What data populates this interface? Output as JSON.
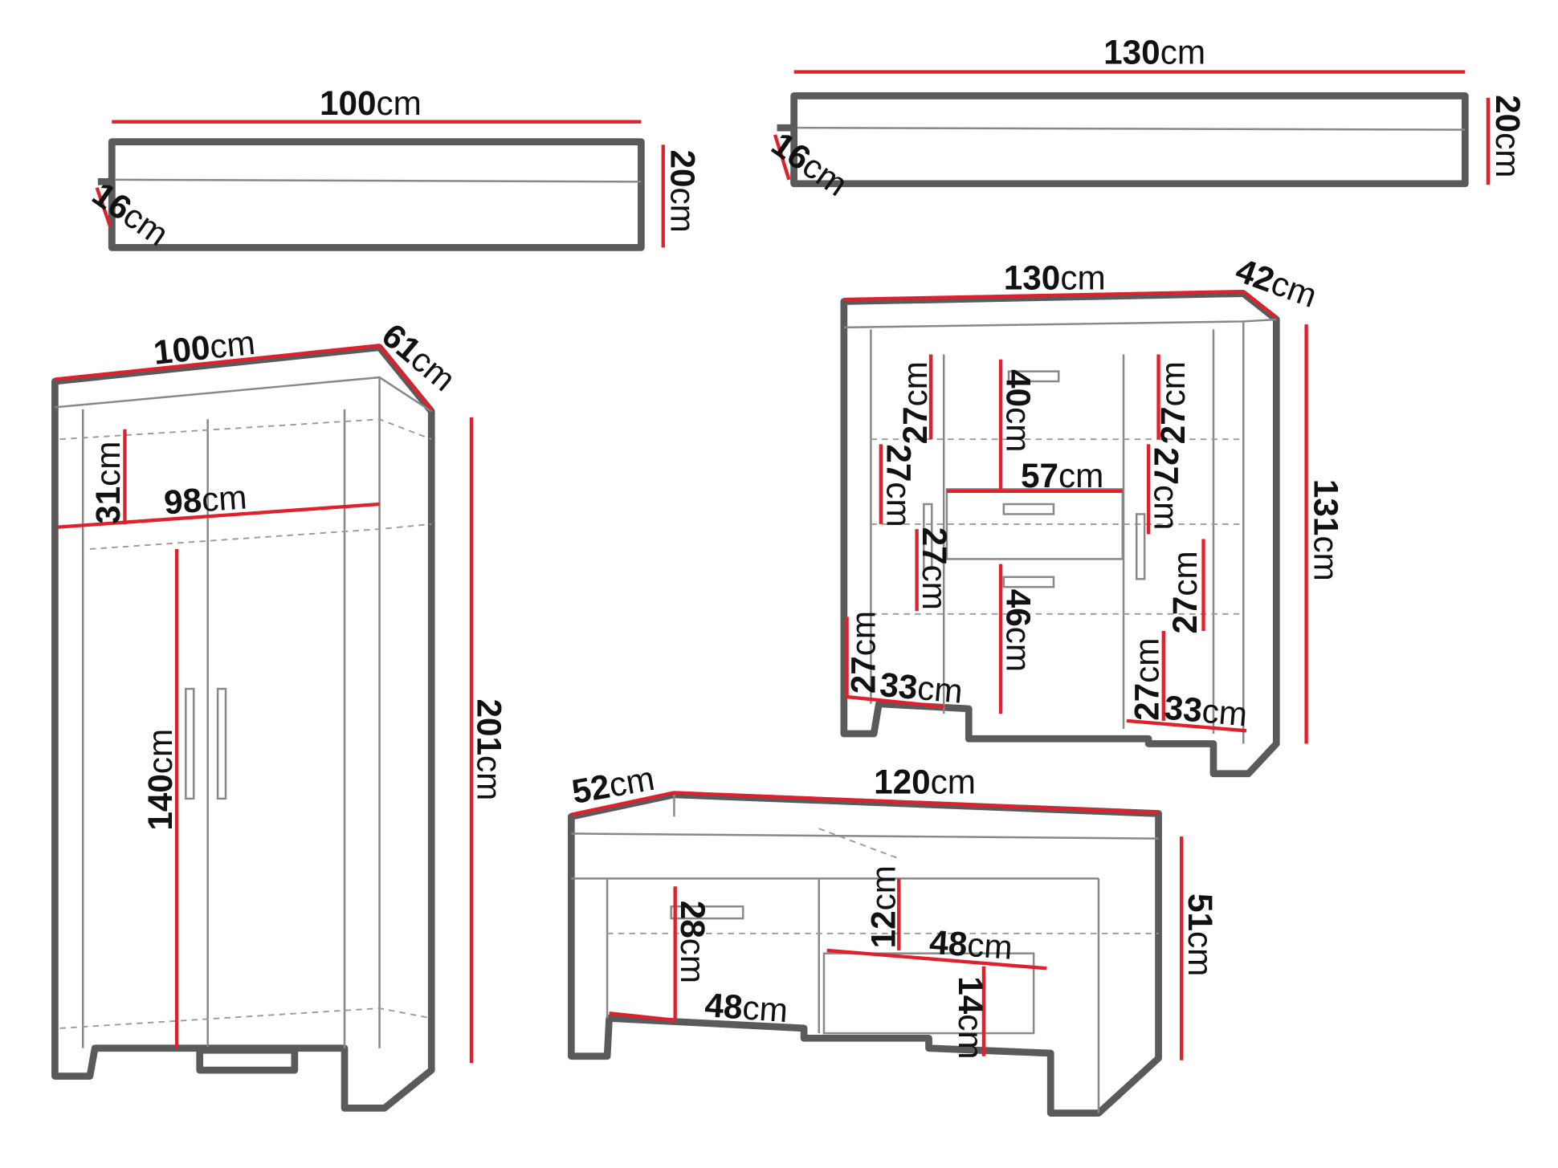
{
  "unit": "cm",
  "colors": {
    "dimension_line": "#e0202c",
    "outline": "#5a5a5a"
  },
  "shelf_100": {
    "width": "100",
    "height": "20",
    "depth": "16"
  },
  "shelf_130": {
    "width": "130",
    "height": "20",
    "depth": "16"
  },
  "wardrobe": {
    "width": "100",
    "depth": "61",
    "height": "201",
    "inner_width": "98",
    "top_compartment": "31",
    "door_height": "140"
  },
  "display_cabinet": {
    "width": "130",
    "depth": "42",
    "height": "131",
    "center_width": "57",
    "center_top": "40",
    "center_bottom": "46",
    "left_shelves": [
      "27",
      "27",
      "27",
      "27"
    ],
    "left_base": "33",
    "right_shelves": [
      "27",
      "27",
      "27",
      "27"
    ],
    "right_base": "33"
  },
  "tv_stand": {
    "width": "120",
    "depth": "52",
    "height": "51",
    "left_inner_height": "28",
    "left_inner_width": "48",
    "niche_top": "12",
    "niche_width": "48",
    "niche_bottom": "14"
  }
}
